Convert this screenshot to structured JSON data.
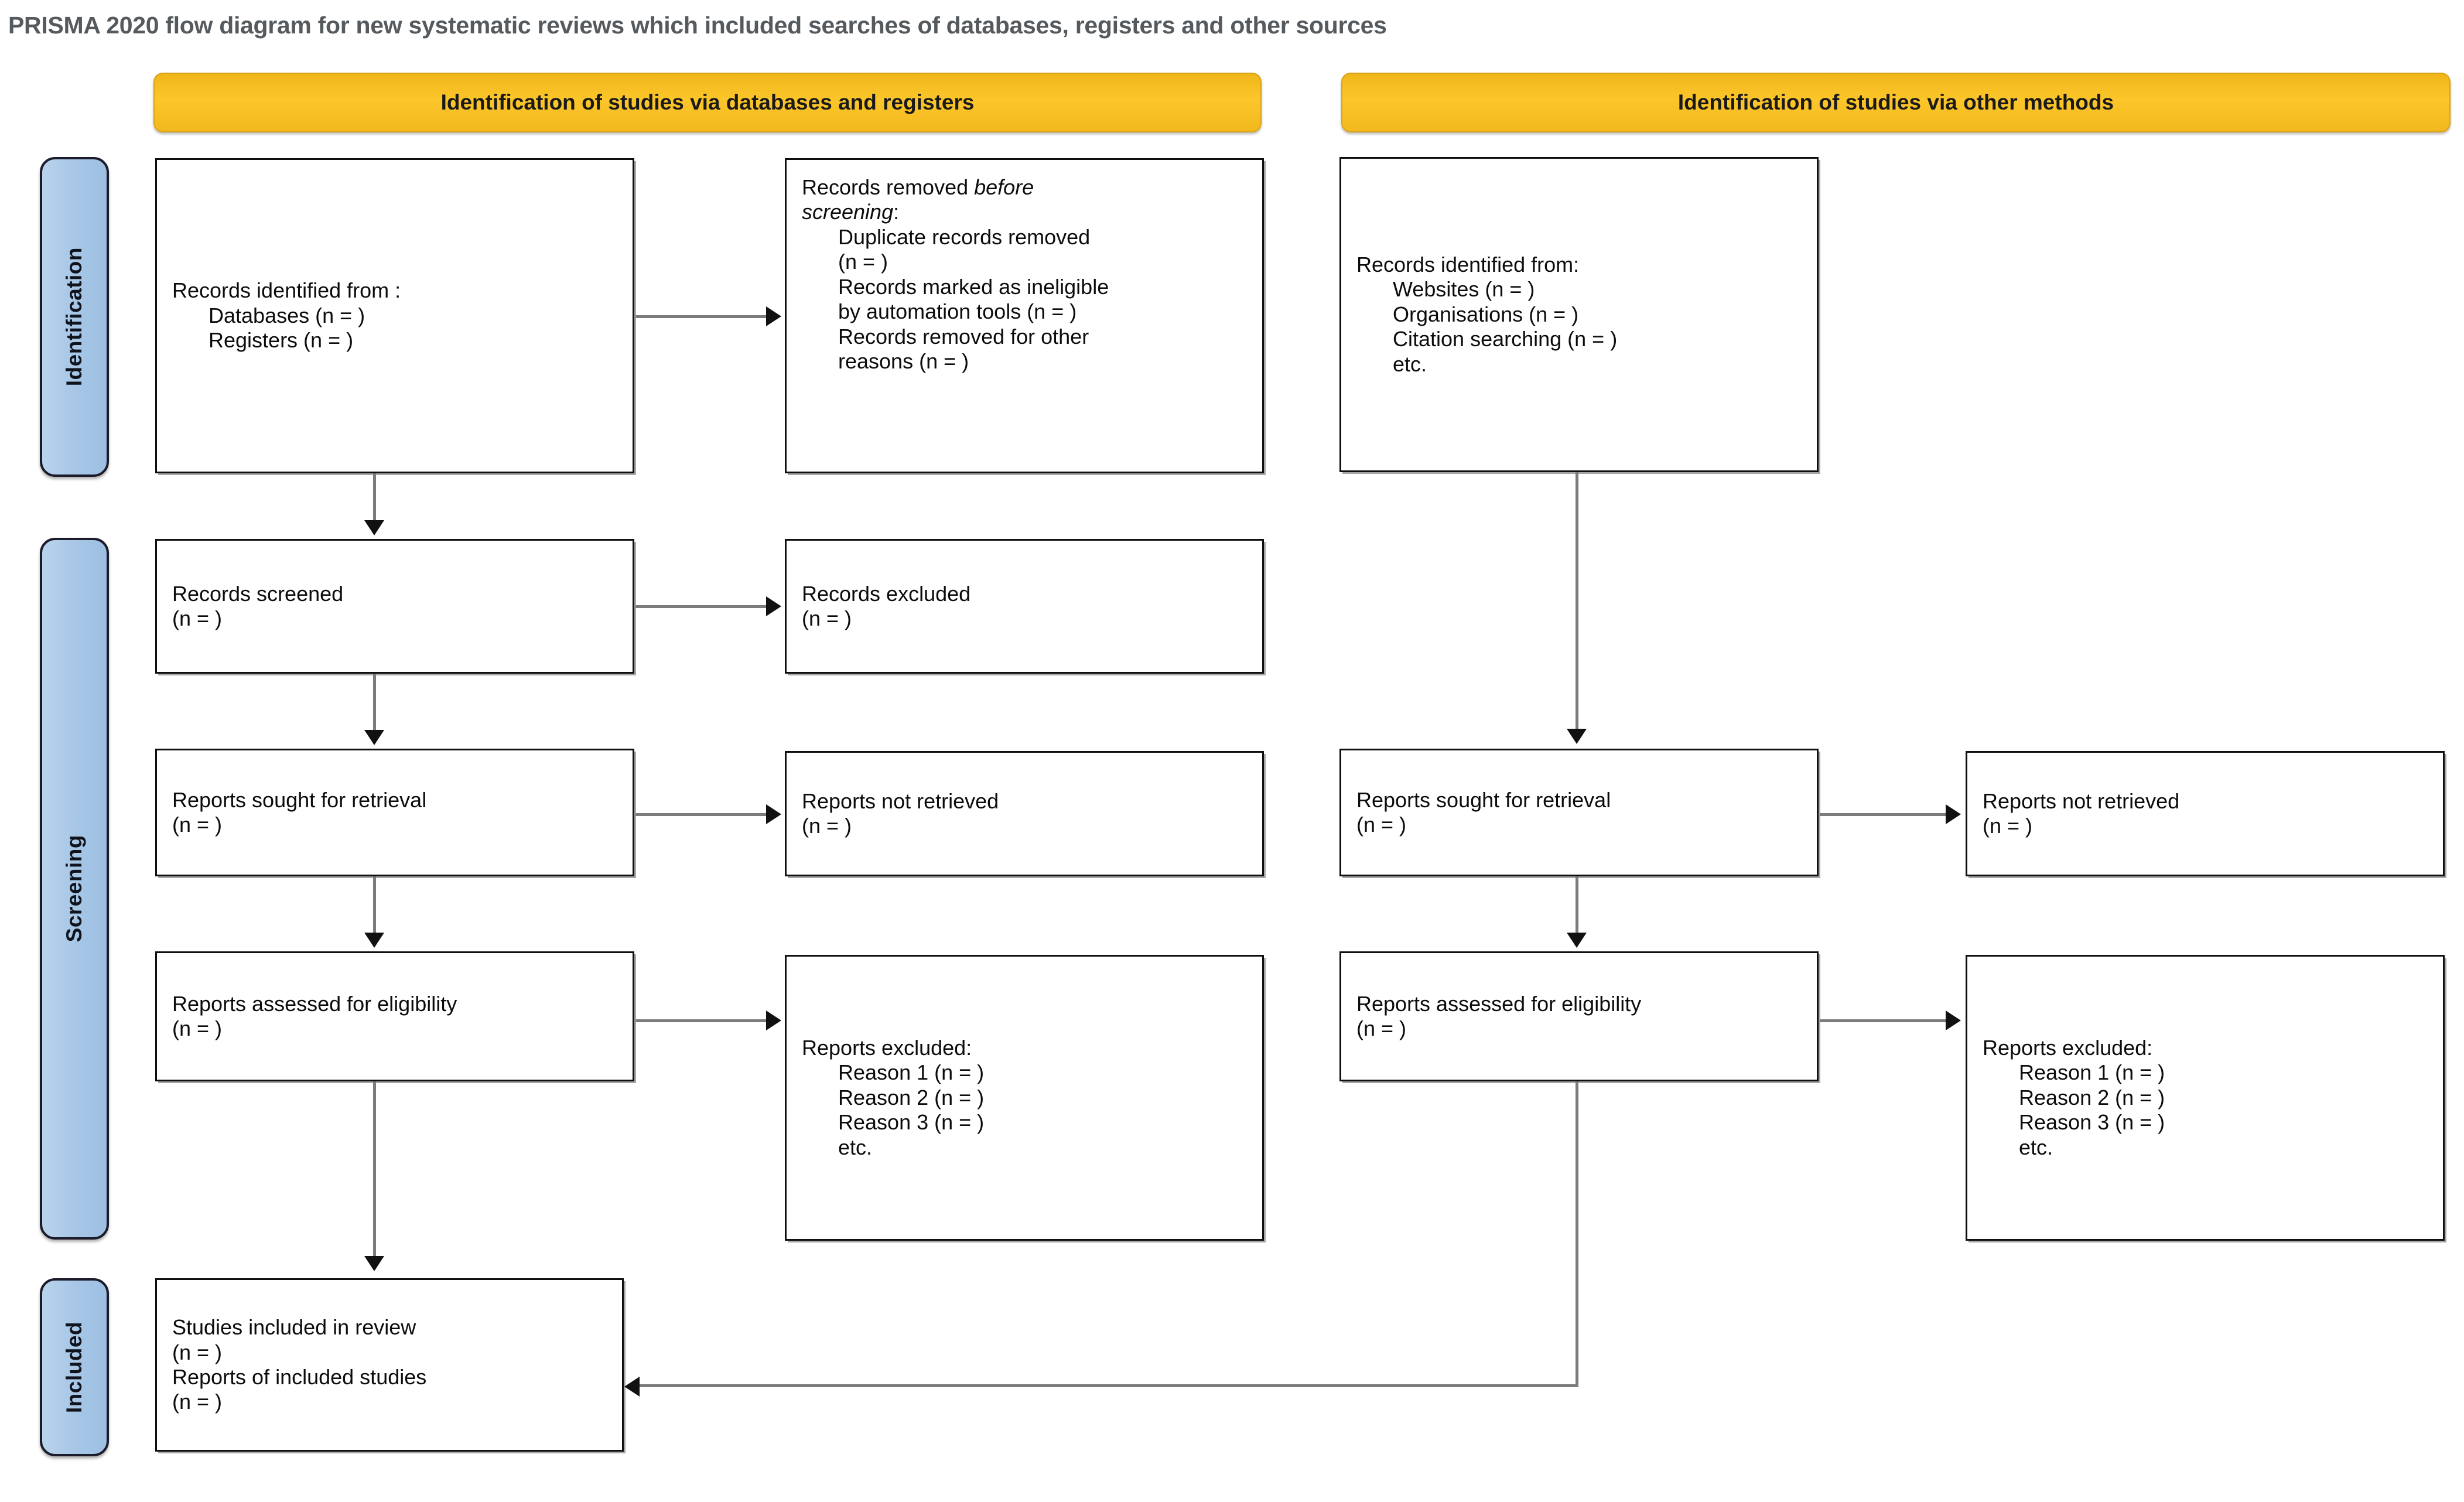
{
  "title": "PRISMA 2020 flow diagram for new systematic reviews which included searches of databases, registers and other sources",
  "colors": {
    "header_bar": "#f5b921",
    "stage_label": "#a8c8e8",
    "box_border": "#0f0f0f",
    "connector": "#7c7c7c",
    "title_text": "#555a5e"
  },
  "headers": {
    "left": "Identification of studies via databases and registers",
    "right": "Identification of studies via other methods"
  },
  "stages": {
    "identification": "Identification",
    "screening": "Screening",
    "included": "Included"
  },
  "boxes": {
    "records_identified": {
      "l1": "Records identified from :",
      "l2": "Databases (n = )",
      "l3": "Registers (n = )"
    },
    "records_removed": {
      "l1a": "Records removed ",
      "l1b": "before",
      "l2a": "screening",
      "l2b": ":",
      "l3": "Duplicate records removed",
      "l4": "(n = )",
      "l5": "Records marked as ineligible",
      "l6": "by automation tools (n = )",
      "l7": "Records removed for other",
      "l8": "reasons (n = )"
    },
    "records_screened": {
      "l1": "Records screened",
      "l2": "(n = )"
    },
    "records_excluded": {
      "l1": "Records excluded",
      "l2": "(n = )"
    },
    "reports_sought_left": {
      "l1": "Reports sought for retrieval",
      "l2": "(n = )"
    },
    "reports_not_retrieved_left": {
      "l1": "Reports not retrieved",
      "l2": "(n = )"
    },
    "reports_assessed_left": {
      "l1": "Reports assessed for eligibility",
      "l2": "(n = )"
    },
    "reports_excluded_left": {
      "l1": "Reports excluded:",
      "l2": "Reason 1 (n = )",
      "l3": "Reason 2 (n = )",
      "l4": "Reason 3 (n = )",
      "l5": "etc."
    },
    "studies_included": {
      "l1": "Studies included in review",
      "l2": "(n = )",
      "l3": "Reports of included studies",
      "l4": "(n = )"
    },
    "records_identified_other": {
      "l1": "Records identified from:",
      "l2": "Websites (n = )",
      "l3": "Organisations (n = )",
      "l4": "Citation searching (n = )",
      "l5": "etc."
    },
    "reports_sought_right": {
      "l1": "Reports sought for retrieval",
      "l2": "(n = )"
    },
    "reports_not_retrieved_right": {
      "l1": "Reports not retrieved",
      "l2": "(n = )"
    },
    "reports_assessed_right": {
      "l1": "Reports assessed for eligibility",
      "l2": "(n = )"
    },
    "reports_excluded_right": {
      "l1": "Reports excluded:",
      "l2": "Reason 1 (n = )",
      "l3": "Reason 2 (n = )",
      "l4": "Reason 3 (n = )",
      "l5": "etc."
    }
  }
}
